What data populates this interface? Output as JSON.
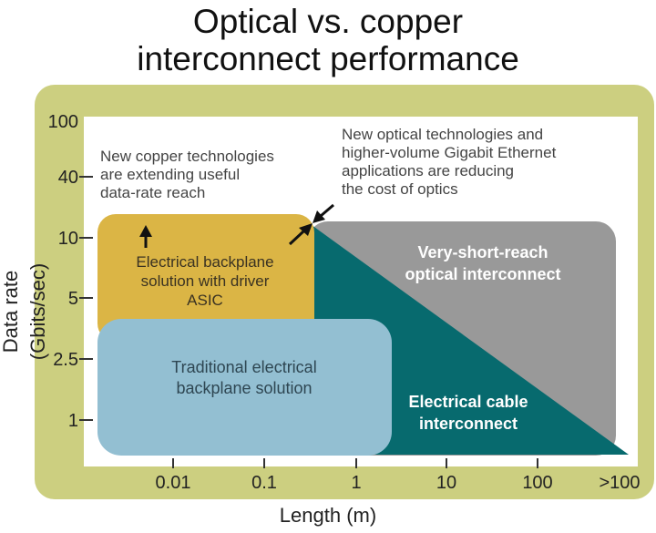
{
  "title_line1": "Optical vs. copper",
  "title_line2": "interconnect performance",
  "chart_data": {
    "type": "diagram",
    "xlabel": "Length (m)",
    "ylabel": "Data rate (Gbits/sec)",
    "x_ticks": [
      "0.01",
      "0.1",
      "1",
      "10",
      "100",
      ">100"
    ],
    "y_ticks": [
      "100",
      "40",
      "10",
      "5",
      "2.5",
      "1"
    ],
    "regions": {
      "backplane_asic": "Electrical backplane\nsolution with driver\nASIC",
      "traditional": "Traditional electrical\nbackplane solution",
      "vsr_optical": "Very-short-reach\noptical interconnect",
      "cable": "Electrical cable\ninterconnect"
    },
    "annotations": {
      "copper": "New copper technologies\nare extending useful\ndata-rate reach",
      "optical": "New optical technologies and\nhigher-volume Gigabit Ethernet\napplications are reducing\nthe cost of optics"
    },
    "colors": {
      "frame": "#cccf80",
      "plot_bg": "#ffffff",
      "backplane_asic": "#dbb545",
      "traditional": "#93bfd2",
      "vsr_optical": "#999999",
      "cable": "#076a6e"
    }
  }
}
